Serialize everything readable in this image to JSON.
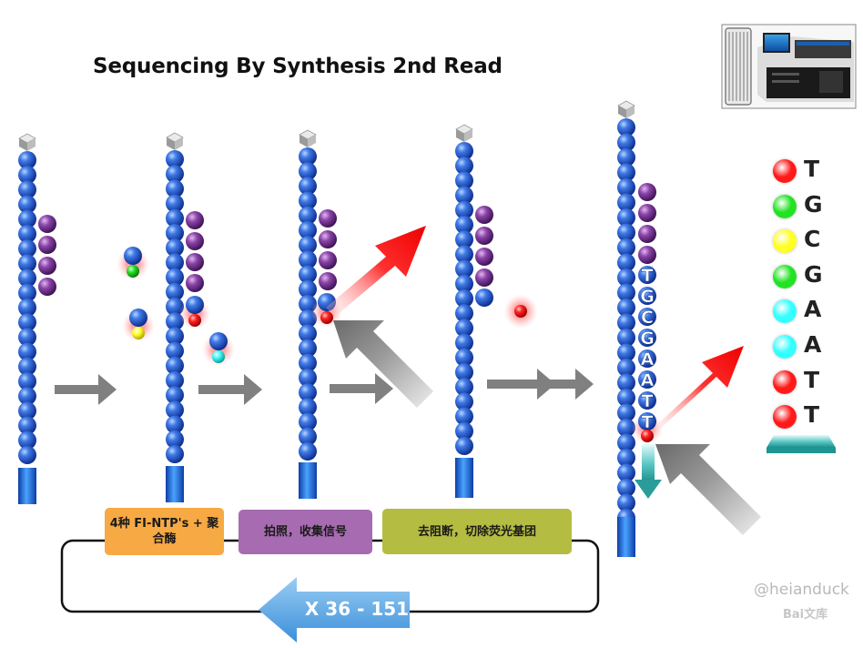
{
  "title": "Sequencing By Synthesis 2nd Read",
  "cycle_steps": [
    {
      "label": "4种 FI-NTP's + 聚合酶",
      "color": "#f7a943"
    },
    {
      "label": "拍照，收集信号",
      "color": "#a66bb0"
    },
    {
      "label": "去阻断，切除荧光基团",
      "color": "#b5bc42"
    }
  ],
  "cycle_repeat": "X 36 - 151",
  "read_sequence": [
    {
      "letter": "T",
      "color": "#ff1a1a"
    },
    {
      "letter": "G",
      "color": "#22e322"
    },
    {
      "letter": "C",
      "color": "#ffff22"
    },
    {
      "letter": "G",
      "color": "#22e322"
    },
    {
      "letter": "A",
      "color": "#33ffff"
    },
    {
      "letter": "A",
      "color": "#33ffff"
    },
    {
      "letter": "T",
      "color": "#ff1a1a"
    },
    {
      "letter": "T",
      "color": "#ff1a1a"
    }
  ],
  "strand_bases": [
    "T",
    "G",
    "C",
    "G",
    "A",
    "A",
    "T",
    "T"
  ],
  "colors": {
    "template_bead": "#2a62d8",
    "primer_bead": "#7a3a9a",
    "red": "#ff1a1a",
    "green": "#22e322",
    "yellow": "#ffff22",
    "cyan": "#33ffff",
    "arrow_gray": "#808080",
    "teal": "#2fb7b2",
    "cycle_arrow": "#5aa8e6"
  },
  "watermark": {
    "handle": "@heianduck",
    "brand": "Bai文库"
  }
}
